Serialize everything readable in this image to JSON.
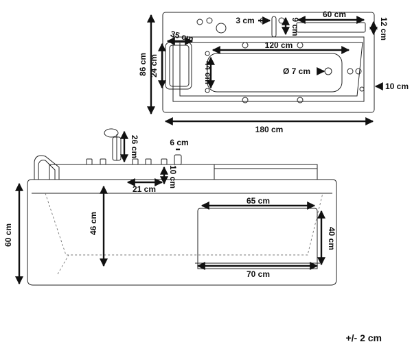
{
  "top_view": {
    "length": "180 cm",
    "width": "86 cm",
    "basin_length": "120 cm",
    "basin_width": "44 cm",
    "headrest_width": "35 cm",
    "headrest_length": "24 cm",
    "deck_width": "60 cm",
    "deck_depth": "12 cm",
    "faucet_width": "3 cm",
    "faucet_depth": "9 cm",
    "drain_diameter": "Ø 7 cm",
    "rim_width": "10 cm"
  },
  "side_view": {
    "height": "60 cm",
    "inner_depth": "46 cm",
    "shower_height": "26 cm",
    "spout_width": "6 cm",
    "spout_height": "10 cm",
    "controls_span": "21 cm",
    "panel_top_width": "65 cm",
    "panel_bottom_width": "70 cm",
    "panel_height": "40 cm"
  },
  "tolerance": "+/- 2 cm"
}
